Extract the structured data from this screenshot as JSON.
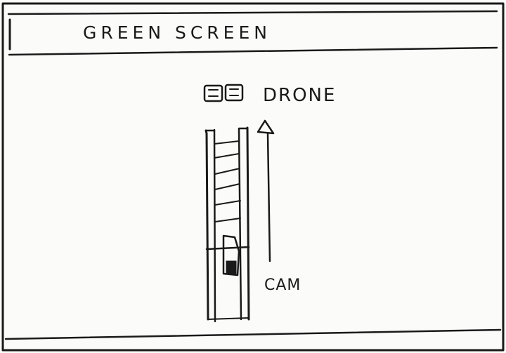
{
  "title_bar": {
    "title": "GREEN SCREEN"
  },
  "diagram": {
    "drone_label": "DRONE",
    "cam_label": "CAM"
  },
  "colors": {
    "ink": "#1a1a1a",
    "paper": "#fbfbfa"
  }
}
